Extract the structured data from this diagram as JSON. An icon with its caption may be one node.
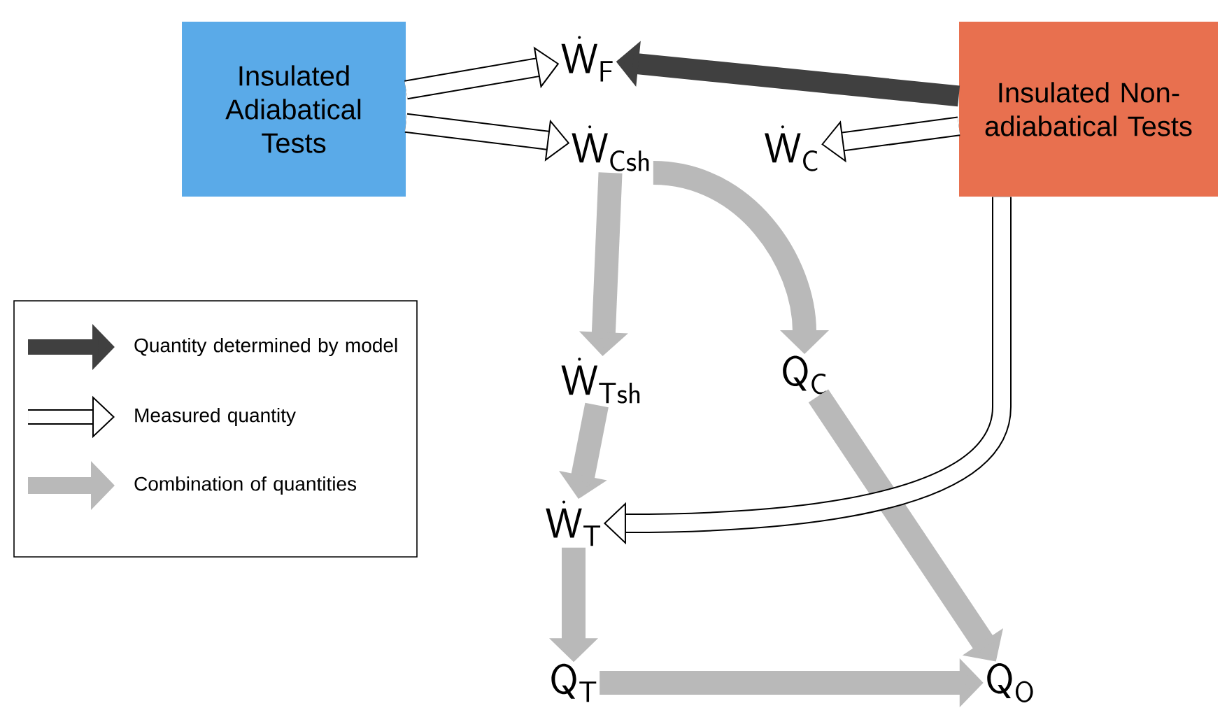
{
  "diagram": {
    "nodes": [
      {
        "text": [
          "Insulated Adiabatical Tests"
        ]
      },
      {
        "text": [
          "\\dot{\\mathsf{W}}_{\\mathsf{F}}"
        ]
      },
      {
        "text": [
          "\\dot{\\mathsf{W}}_{\\mathsf{Csh}}"
        ]
      },
      {
        "text": [
          "\\dot{\\mathsf{W}}_{\\mathsf{C}}"
        ]
      },
      {
        "text": [
          "Insulated Non-adiabatical Tests"
        ]
      },
      {
        "text": [
          "\\dot{\\mathsf{W}}_{\\mathsf{Tsh}}"
        ]
      },
      {
        "text": [
          "\\mathsf{Q}_{\\mathsf{C}}"
        ]
      },
      {
        "text": [
          "\\dot{\\mathsf{W}}_{\\mathsf{T}}"
        ]
      },
      {
        "text": [
          "\\mathsf{Q}_{\\mathsf{T}}"
        ]
      },
      {
        "text": [
          "\\mathsf{Q}_{\\mathsf{O}}"
        ]
      }
    ],
    "edges": [
      {
        "from": 0,
        "to": 1,
        "arrow": "to",
        "color": "#000000"
      },
      {
        "from": 0,
        "to": 2,
        "arrow": "to",
        "color": "#000000"
      },
      {
        "from": 4,
        "to": 1,
        "arrow": "to",
        "color": "#404040"
      },
      {
        "from": 4,
        "to": 3,
        "arrow": "to",
        "color": "#000000"
      },
      {
        "from": 2,
        "to": 5,
        "arrow": "to"
      },
      {
        "from": 2,
        "to": 6,
        "arrow": "to"
      },
      {
        "from": 5,
        "to": 7,
        "arrow": "to"
      },
      {
        "from": 7,
        "to": 8,
        "arrow": "to"
      },
      {
        "from": 8,
        "to": 9,
        "arrow": "to"
      },
      {
        "from": 6,
        "to": 9,
        "arrow": "to"
      },
      {
        "from": 4,
        "to": 7,
        "arrow": "to",
        "color": "#000000"
      }
    ],
    "legend": [
      {
        "text": "Quantity determined by model"
      },
      {
        "text": "Measured quantity"
      },
      {
        "text": "Combination of quantities"
      }
    ]
  }
}
